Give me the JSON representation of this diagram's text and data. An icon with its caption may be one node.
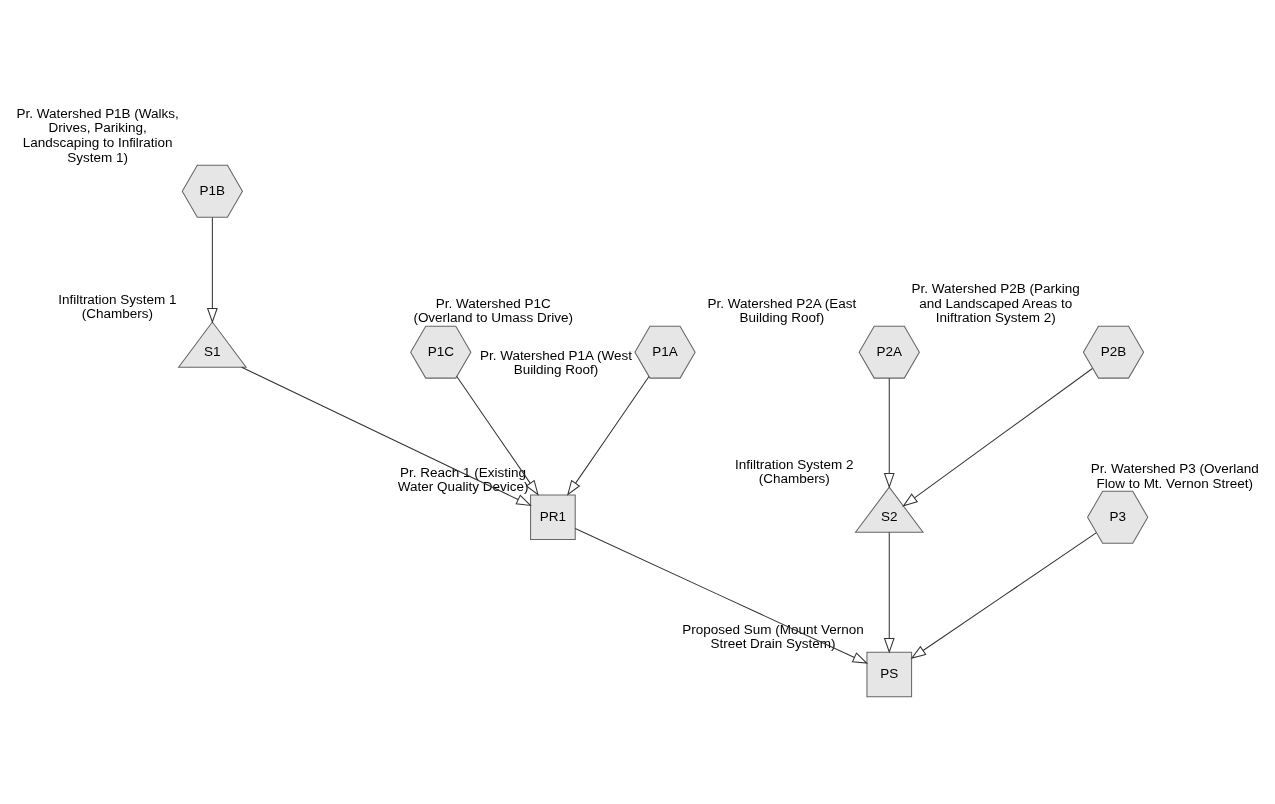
{
  "diagram": {
    "nodes": [
      {
        "text": [
          "P1B"
        ],
        "beside": [
          "Pr. Watershed P1B (Walks, Drives, Pariking, Landscaping to Infilration System 1)"
        ]
      },
      {
        "text": [
          "S1"
        ],
        "beside": [
          "Infiltration System 1 (Chambers)"
        ]
      },
      {
        "text": [
          "P1C"
        ],
        "beside": [
          "Pr. Watershed P1C (Overland to Umass Drive)"
        ]
      },
      {
        "text": [
          "P2A"
        ],
        "beside": [
          "Pr. Watershed P2A (East Building Roof)"
        ]
      },
      {
        "text": [
          "P2B"
        ],
        "beside": [
          "Pr. Watershed P2B (Parking and Landscaped Areas to Iniftration System 2)"
        ]
      },
      {
        "text": [
          "S2"
        ],
        "beside": [
          "Infiltration System 2 (Chambers)"
        ]
      },
      {
        "text": [
          "P1A"
        ],
        "beside": [
          "Pr. Watershed P1A (West Building Roof)"
        ]
      },
      {
        "text": [
          "PR1"
        ],
        "beside": [
          "Pr. Reach 1 (Existing Water Quality Device)"
        ]
      },
      {
        "text": [
          "P3"
        ],
        "beside": [
          "Pr. Watershed P3 (Overland Flow to Mt. Vernon Street)"
        ]
      },
      {
        "text": [
          "PS"
        ],
        "beside": [
          "Proposed Sum (Mount Vernon Street Drain System)"
        ]
      }
    ],
    "edges": [
      {
        "from": 0,
        "to": 1,
        "arrow": "to"
      },
      {
        "from": 1,
        "to": 7,
        "arrow": "to"
      },
      {
        "from": 2,
        "to": 7,
        "arrow": "to"
      },
      {
        "from": 6,
        "to": 7,
        "arrow": "to"
      },
      {
        "from": 3,
        "to": 5,
        "arrow": "to"
      },
      {
        "from": 4,
        "to": 5,
        "arrow": "to"
      },
      {
        "from": 7,
        "to": 9,
        "arrow": "to"
      },
      {
        "from": 5,
        "to": 9,
        "arrow": "to"
      },
      {
        "from": 8,
        "to": 9,
        "arrow": "to"
      }
    ]
  }
}
